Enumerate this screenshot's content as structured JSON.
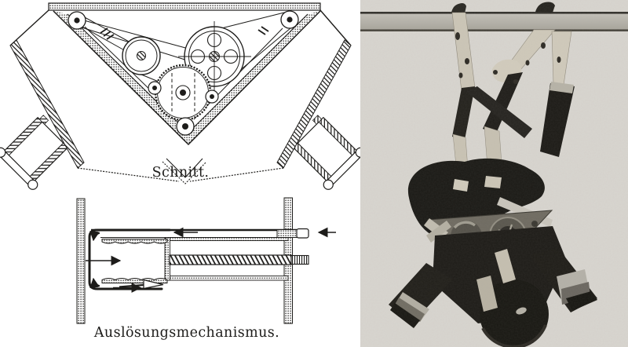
{
  "figures": {
    "schnitt": {
      "caption": "Schnitt."
    },
    "ausloesung": {
      "caption": "Auslösungsmechanismus."
    },
    "photo": {
      "subject": "camera apparatus hanging upside-down from a horizontal bar by harness straps"
    }
  },
  "colors": {
    "paper": "#ffffff",
    "ink": "#1d1c1a",
    "photo_background": "#d8d5cf",
    "photo_bar": "#b3afa7",
    "strap_light": "#cdc7b8",
    "camera_dark": "#1c1a16",
    "metal_plate": "#6f6b61"
  }
}
